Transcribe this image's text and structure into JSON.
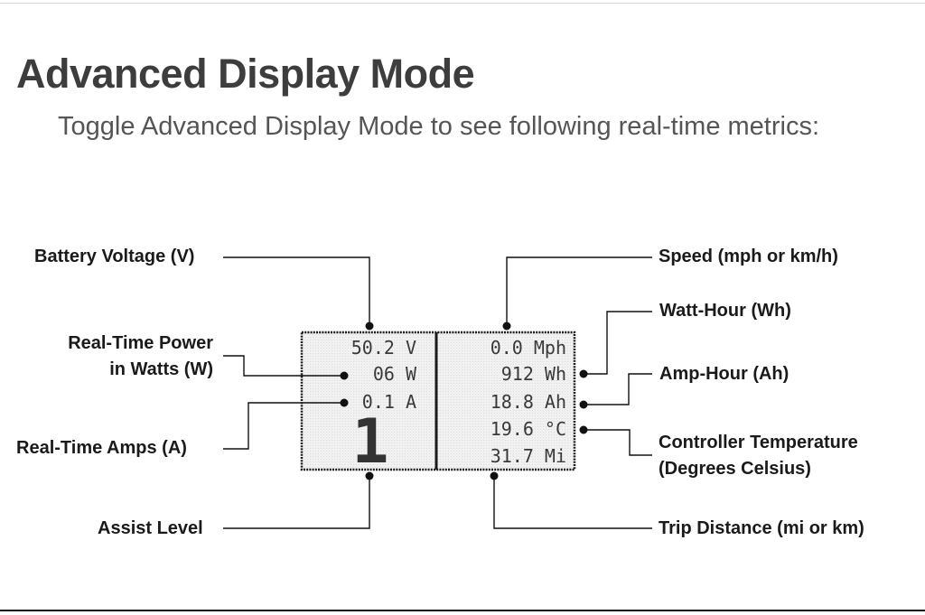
{
  "header": {
    "title": "Advanced Display Mode",
    "subtitle": "Toggle Advanced Display Mode to see following real-time metrics:"
  },
  "labels": {
    "battery_voltage": "Battery Voltage (V)",
    "power_line1": "Real-Time Power",
    "power_line2": "in Watts (W)",
    "amps": "Real-Time Amps (A)",
    "assist_level": "Assist Level",
    "speed": "Speed (mph or km/h)",
    "watt_hour": "Watt-Hour (Wh)",
    "amp_hour": "Amp-Hour (Ah)",
    "controller_temp_line1": "Controller Temperature",
    "controller_temp_line2": "(Degrees Celsius)",
    "trip_distance": "Trip Distance (mi or km)"
  },
  "lcd": {
    "left": {
      "voltage": "50.2 V",
      "power": "06 W",
      "amps": "0.1 A",
      "assist": "1"
    },
    "right": {
      "speed": "0.0 Mph",
      "watt_hour": "912 Wh",
      "amp_hour": "18.8 Ah",
      "temperature": "19.6 °C",
      "distance": "31.7 Mi"
    }
  }
}
